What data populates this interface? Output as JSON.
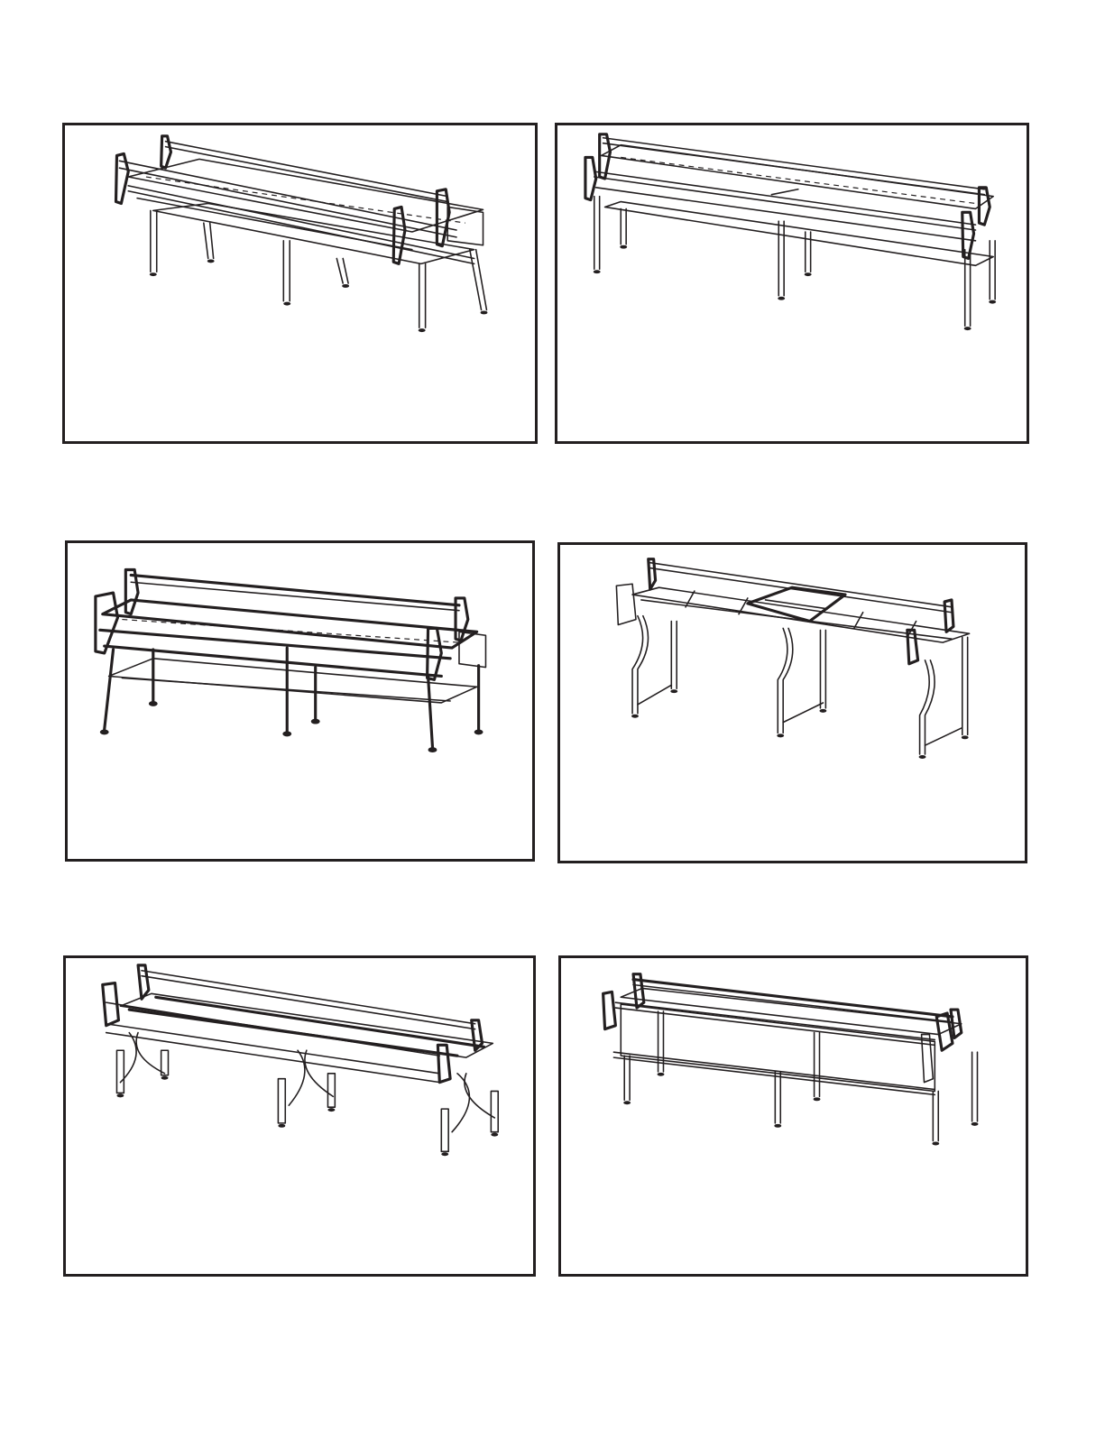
{
  "page": {
    "background": "#ffffff",
    "border_color": "#231f20",
    "line_color": "#231f20"
  },
  "panels": [
    {
      "id": "p1",
      "subject": "quilting-frame-straight-legs"
    },
    {
      "id": "p2",
      "subject": "quilting-frame-boxed-legs"
    },
    {
      "id": "p3",
      "subject": "quilting-frame-heavy-rails"
    },
    {
      "id": "p4",
      "subject": "quilting-frame-curved-legs-open-carriage"
    },
    {
      "id": "p5",
      "subject": "quilting-frame-cross-braced-legs"
    },
    {
      "id": "p6",
      "subject": "quilting-frame-adjustable-legs"
    }
  ]
}
